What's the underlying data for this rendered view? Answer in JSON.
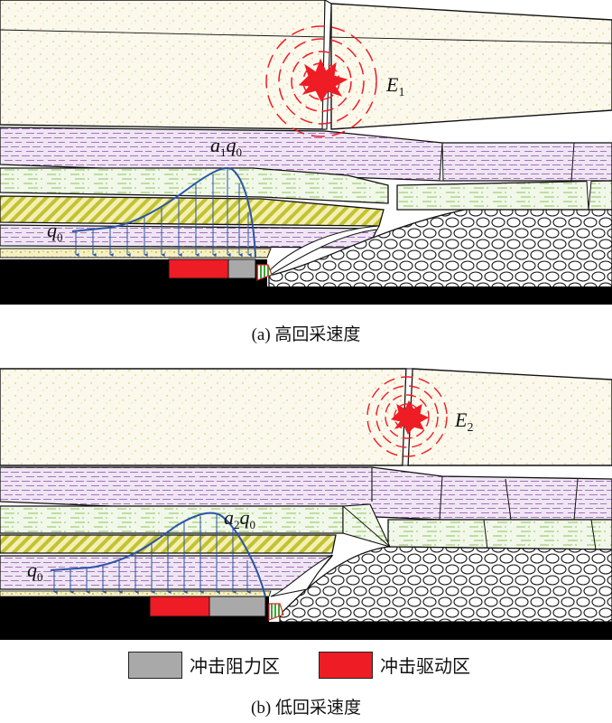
{
  "panels": [
    {
      "caption": "(a)  高回采速度",
      "energy_label": {
        "symbol": "E",
        "sub": "1"
      },
      "peak_label": {
        "coef": "a",
        "coef_sub": "1",
        "var": "q",
        "var_sub": "0"
      },
      "base_label": {
        "var": "q",
        "var_sub": "0"
      }
    },
    {
      "caption": "(b)  低回采速度",
      "energy_label": {
        "symbol": "E",
        "sub": "2"
      },
      "peak_label": {
        "coef": "a",
        "coef_sub": "2",
        "var": "q",
        "var_sub": "0"
      },
      "base_label": {
        "var": "q",
        "var_sub": "0"
      }
    }
  ],
  "legend": [
    {
      "label": "冲击阻力区",
      "color": "#a9a9a9"
    },
    {
      "label": "冲击驱动区",
      "color": "#ee1c24"
    }
  ],
  "colors": {
    "sandstone": "#fbf8ec",
    "mudstone": "#efe6f3",
    "siltstone": "#f1f8ea",
    "coal": "#000000",
    "stress_curve": "#2a54a6",
    "energy": "#ee1c24"
  }
}
